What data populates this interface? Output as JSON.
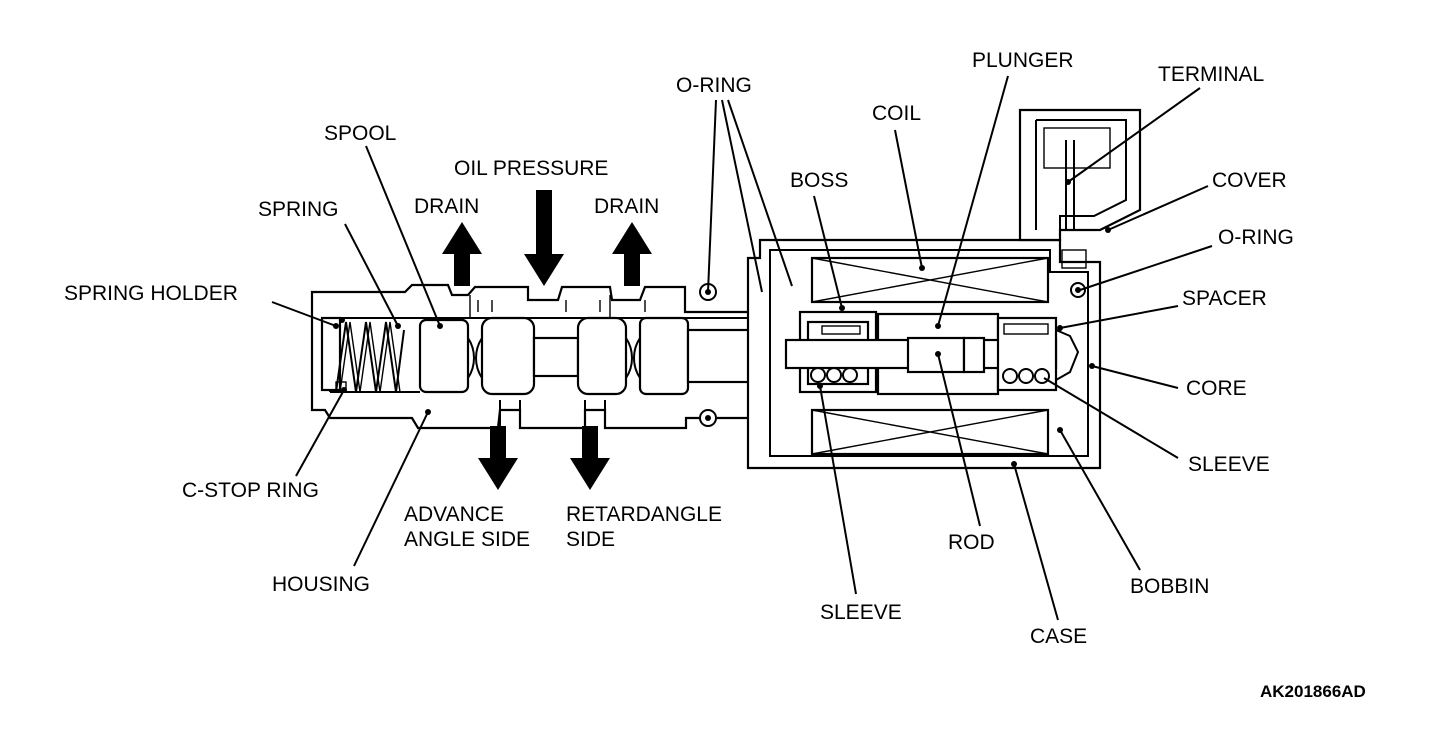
{
  "labels": {
    "spring_holder": "SPRING HOLDER",
    "spring": "SPRING",
    "spool": "SPOOL",
    "drain_left": "DRAIN",
    "oil_pressure": "OIL PRESSURE",
    "drain_right": "DRAIN",
    "o_ring_top": "O-RING",
    "boss": "BOSS",
    "coil": "COIL",
    "plunger": "PLUNGER",
    "terminal": "TERMINAL",
    "cover": "COVER",
    "o_ring_right": "O-RING",
    "spacer": "SPACER",
    "core": "CORE",
    "sleeve_right": "SLEEVE",
    "c_stop_ring": "C-STOP RING",
    "housing": "HOUSING",
    "advance_line1": "ADVANCE",
    "advance_line2": "ANGLE SIDE",
    "retard_line1": "RETARDANGLE",
    "retard_line2": "SIDE",
    "rod": "ROD",
    "sleeve_bottom": "SLEEVE",
    "bobbin": "BOBBIN",
    "case": "CASE"
  },
  "figure_code": "AK201866AD"
}
